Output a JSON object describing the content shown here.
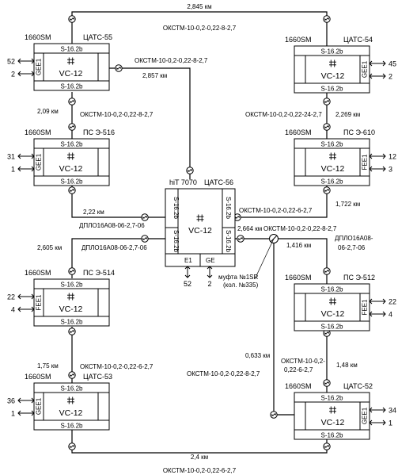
{
  "cables": {
    "top": {
      "length": "2,845 км",
      "cable": "ОКСТМ-10-0,2-0,22-8-2,7"
    },
    "c55_56": {
      "cable": "ОКСТМ-10-0,2-0,22-8-2,7",
      "length": "2,857 км"
    },
    "c55_516": {
      "length": "2,09 км",
      "cable": "ОКСТМ-10-0,2-0,22-8-2,7"
    },
    "c54_610": {
      "cable": "ОКСТМ-10-0,2-0,22-24-2,7",
      "length": "2,269 км"
    },
    "c516_56": {
      "length": "2,22 км",
      "cable": "ДПЛО16А08-06-2,7-06"
    },
    "c610_56": {
      "cable": "ОКСТМ-10-0,2-0,22-6-2,7",
      "length": "1,722 км"
    },
    "c514_56": {
      "length": "2,605 км",
      "cable": "ДПЛО16А08-06-2,7-06"
    },
    "c56_splice": {
      "length": "2,664 км",
      "cable": "ОКСТМ-10-0,2-0,22-8-2,7"
    },
    "splice_512": {
      "length": "1,416 км",
      "cable": "ДПЛО16А08-06-2,7-06"
    },
    "c514_53": {
      "length": "1,75 км",
      "cable": "ОКСТМ-10-0,2-0,22-6-2,7"
    },
    "c512_52": {
      "cable": "ОКСТМ-10-0,2-0,22-6-2,7",
      "length": "1,48 км"
    },
    "splice_52": {
      "length": "0,633 км",
      "cable": "ОКСТМ-10-0,2-0,22-8-2,7"
    },
    "bottom": {
      "length": "2,4 км",
      "cable": "ОКСТМ-10-0,2-0,22-6-2,7"
    }
  },
  "splice": {
    "name": "муфта №1SR",
    "note": "(кол. №335)"
  },
  "nodes": {
    "n55": {
      "model": "1660SM",
      "name": "ЦАТС-55",
      "top": "S-16.2b",
      "bottom": "S-16.2b",
      "vc": "VC-12",
      "iface": "GEE1",
      "in1": "52",
      "in2": "2"
    },
    "n54": {
      "model": "1660SM",
      "name": "ЦАТС-54",
      "top": "S-16.2b",
      "bottom": "S-16.2b",
      "vc": "VC-12",
      "iface": "GEE1",
      "in1": "45",
      "in2": "2"
    },
    "n516": {
      "model": "1660SM",
      "name": "ПС Э-516",
      "top": "S-16.2b",
      "bottom": "S-16.2b",
      "vc": "VC-12",
      "iface": "GEE1",
      "in1": "31",
      "in2": "1"
    },
    "n610": {
      "model": "1660SM",
      "name": "ПС Э-610",
      "top": "S-16.2b",
      "bottom": "S-16.2b",
      "vc": "VC-12",
      "iface": "FEE1",
      "in1": "12",
      "in2": "3"
    },
    "n514": {
      "model": "1660SM",
      "name": "ПС Э-514",
      "top": "S-16.2b",
      "bottom": "S-16.2b",
      "vc": "VC-12",
      "iface": "FEE1",
      "in1": "22",
      "in2": "4"
    },
    "n512": {
      "model": "1660SM",
      "name": "ПС Э-512",
      "top": "S-16.2b",
      "bottom": "S-16.2b",
      "vc": "VC-12",
      "iface": "FEE1",
      "in1": "22",
      "in2": "4"
    },
    "n53": {
      "model": "1660SM",
      "name": "ЦАТС-53",
      "top": "S-16.2b",
      "bottom": "S-16.2b",
      "vc": "VC-12",
      "iface": "GEE1",
      "in1": "36",
      "in2": "1"
    },
    "n52": {
      "model": "1660SM",
      "name": "ЦАТС-52",
      "top": "S-16.2b",
      "bottom": "S-16.2b",
      "vc": "VC-12",
      "iface": "GEE1",
      "in1": "34",
      "in2": "1"
    }
  },
  "hub": {
    "model": "hiT 7070",
    "name": "ЦАТС-56",
    "s1": "S-16.2b",
    "s2": "S-16.2b",
    "s3": "S-16.2b",
    "s4": "S-16.2b",
    "vc": "VC-12",
    "e1": "E1",
    "ge": "GE",
    "in_e1": "52",
    "in_ge": "2"
  }
}
